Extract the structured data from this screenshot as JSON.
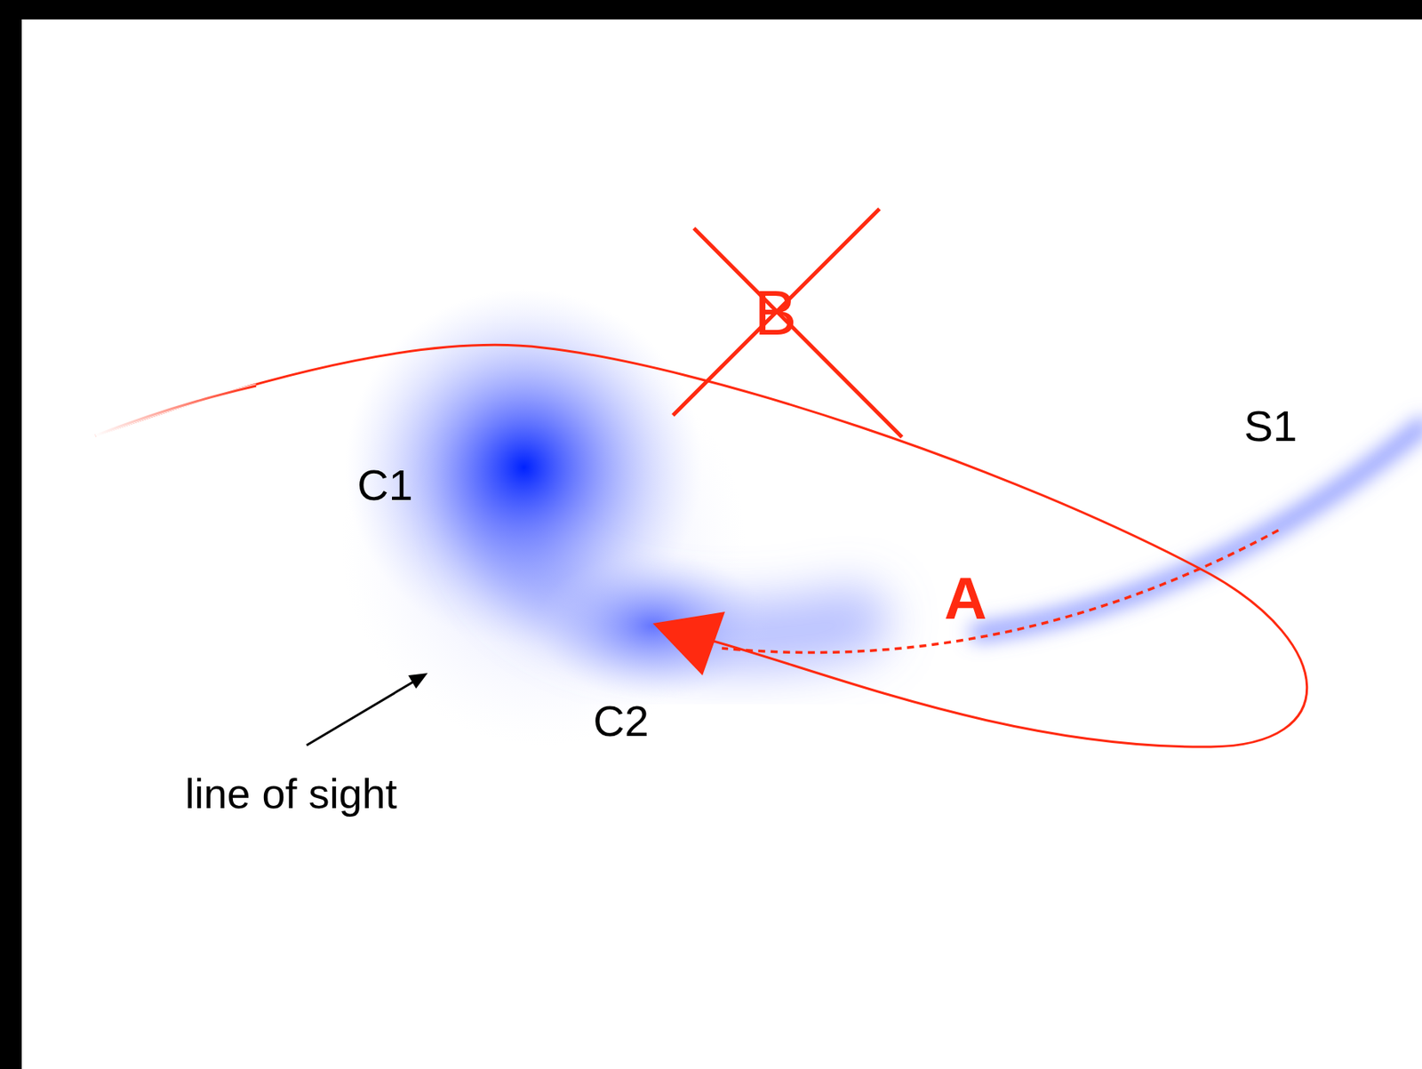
{
  "diagram": {
    "labels": [
      "B",
      "S1",
      "C1",
      "A",
      "C2",
      "line of sight"
    ]
  }
}
